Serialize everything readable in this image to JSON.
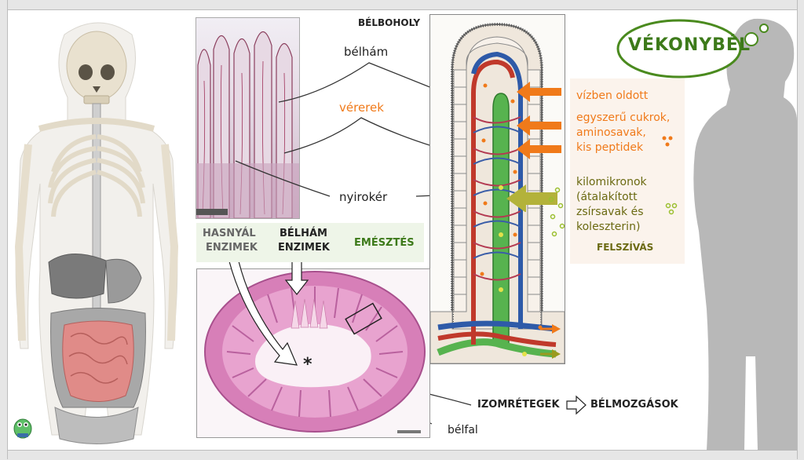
{
  "title": "VÉKONYBÉL",
  "labels": {
    "villus": "BÉLBOHOLY",
    "epithelium": "bélhám",
    "blood_vessels": "vérerek",
    "lymph_vessel": "nyirokér",
    "wall": "bélfal",
    "muscle_layers": "IZOMRÉTEGEK",
    "movements": "BÉLMOZGÁSOK"
  },
  "enzymes": {
    "pancreatic_1": "HASNYÁL",
    "pancreatic_2": "ENZIMEK",
    "epithelial_1": "BÉLHÁM",
    "epithelial_2": "ENZIMEK",
    "digestion": "EMÉSZTÉS"
  },
  "absorption": {
    "water_soluble": "vízben oldott",
    "sugars_1": "egyszerű cukrok,",
    "sugars_2": "aminosavak,",
    "sugars_3": "kis peptidek",
    "chylo_1": "kilomikronok",
    "chylo_2": "(átalakított",
    "chylo_3": "zsírsavak és",
    "chylo_4": "koleszterin)",
    "title": "FELSZÍVÁS"
  },
  "center_mark": "*",
  "colors": {
    "orange": "#f07a1a",
    "olive": "#6b6a12",
    "green": "#3d7a1a",
    "title_green": "#4a8a1e",
    "artery": "#c0392b",
    "vein": "#2e5aa8",
    "lymph": "#3f9a3a",
    "tissue_pink": "#d77fb8"
  },
  "icons": [
    "skeleton-figure",
    "silhouette-figure",
    "frog-logo",
    "thought-bubble"
  ]
}
